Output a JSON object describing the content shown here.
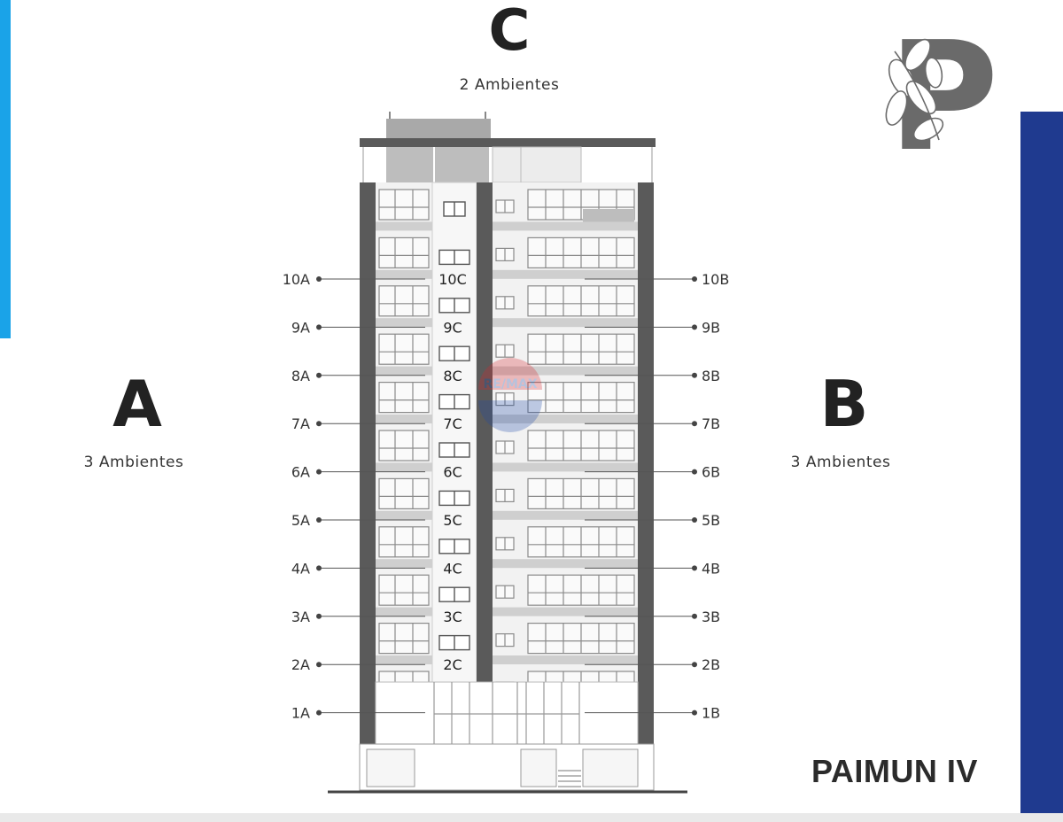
{
  "colors": {
    "left_accent": "#1aa3e8",
    "right_accent": "#1f3a8f",
    "wall_dark": "#5a5a5a",
    "logo_gray": "#6a6a6a"
  },
  "headers": {
    "c_letter": "C",
    "c_sub": "2 Ambientes",
    "a_letter": "A",
    "a_sub": "3 Ambientes",
    "b_letter": "B",
    "b_sub": "3 Ambientes"
  },
  "logo": {
    "letter": "P",
    "icon": "leaf-wreath-icon"
  },
  "brand": {
    "name": "PAIMUN IV"
  },
  "watermark": {
    "text": "RE/MAX"
  },
  "units": {
    "left": [
      "10A",
      "9A",
      "8A",
      "7A",
      "6A",
      "5A",
      "4A",
      "3A",
      "2A",
      "1A"
    ],
    "right": [
      "10B",
      "9B",
      "8B",
      "7B",
      "6B",
      "5B",
      "4B",
      "3B",
      "2B",
      "1B"
    ],
    "center": [
      "10C",
      "9C",
      "8C",
      "7C",
      "6C",
      "5C",
      "4C",
      "3C",
      "2C"
    ]
  }
}
